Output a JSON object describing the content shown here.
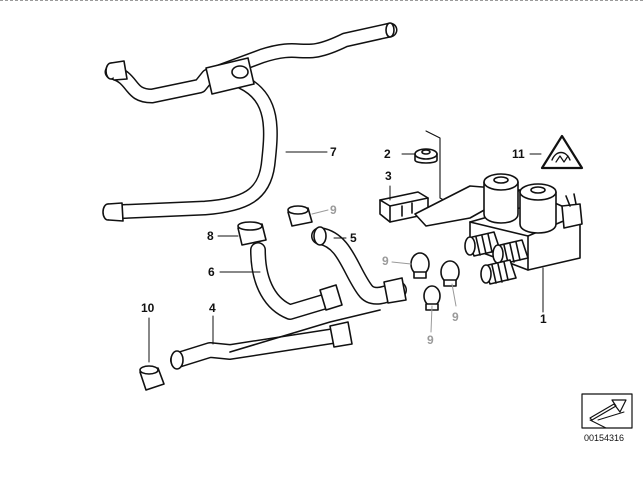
{
  "diagram": {
    "callouts": [
      {
        "id": "c1",
        "label": "1"
      },
      {
        "id": "c2",
        "label": "2"
      },
      {
        "id": "c3",
        "label": "3"
      },
      {
        "id": "c4",
        "label": "4"
      },
      {
        "id": "c5",
        "label": "5"
      },
      {
        "id": "c6",
        "label": "6"
      },
      {
        "id": "c7",
        "label": "7"
      },
      {
        "id": "c8",
        "label": "8"
      },
      {
        "id": "c9a",
        "label": "9"
      },
      {
        "id": "c9b",
        "label": "9"
      },
      {
        "id": "c9c",
        "label": "9"
      },
      {
        "id": "c9d",
        "label": "9"
      },
      {
        "id": "c10",
        "label": "10"
      },
      {
        "id": "c11",
        "label": "11"
      }
    ],
    "document_number": "00154316",
    "colors": {
      "line": "#111111",
      "part_fill": "#ffffff",
      "grey_callout": "#9a9a9a",
      "shade": "#bdbdbd"
    }
  }
}
